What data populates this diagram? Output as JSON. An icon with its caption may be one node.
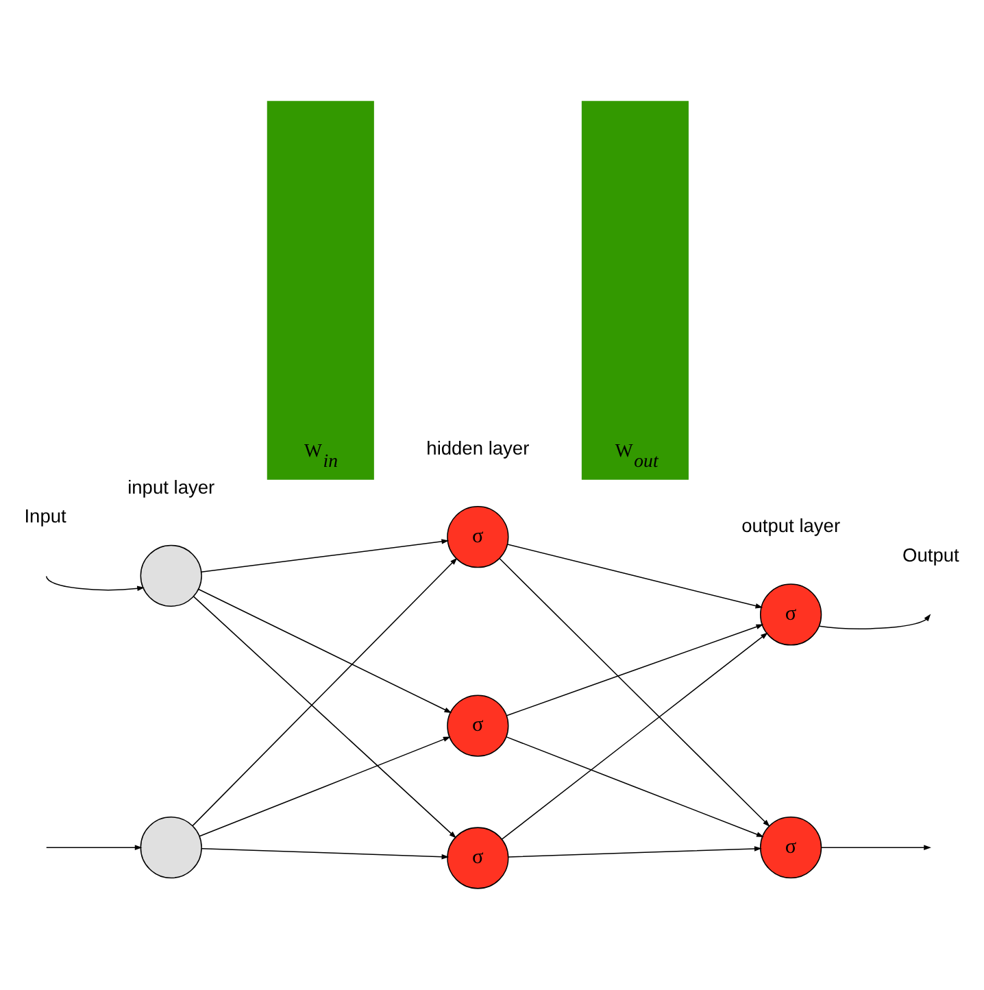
{
  "diagram": {
    "nodes": [
      {
        "text": [],
        "shape": "circle"
      },
      {
        "text": [],
        "shape": "circle"
      },
      {
        "text": [
          "W$_{in}$"
        ]
      },
      {
        "text": [
          "σ"
        ]
      },
      {
        "text": [
          "σ"
        ]
      },
      {
        "text": [
          "σ"
        ]
      },
      {
        "text": [
          "W$_{out}$"
        ]
      },
      {
        "text": [
          "σ"
        ]
      },
      {
        "text": [
          "σ"
        ]
      }
    ],
    "edges": [
      {
        "from": null,
        "to": 0,
        "arrow": "to"
      },
      {
        "from": null,
        "to": 1,
        "arrow": "to"
      },
      {
        "from": 0,
        "to": 3,
        "arrow": "to"
      },
      {
        "from": 0,
        "to": 4,
        "arrow": "to"
      },
      {
        "from": 0,
        "to": 5,
        "arrow": "to"
      },
      {
        "from": 1,
        "to": 3,
        "arrow": "to"
      },
      {
        "from": 1,
        "to": 4,
        "arrow": "to"
      },
      {
        "from": 1,
        "to": 5,
        "arrow": "to"
      },
      {
        "from": 3,
        "to": 7,
        "arrow": "to"
      },
      {
        "from": 3,
        "to": 8,
        "arrow": "to"
      },
      {
        "from": 4,
        "to": 7,
        "arrow": "to"
      },
      {
        "from": 4,
        "to": 8,
        "arrow": "to"
      },
      {
        "from": 5,
        "to": 7,
        "arrow": "to"
      },
      {
        "from": 5,
        "to": 8,
        "arrow": "to"
      },
      {
        "from": 7,
        "to": null,
        "arrow": "to"
      },
      {
        "from": 8,
        "to": null,
        "arrow": "to"
      }
    ],
    "labels": [
      "Input",
      "input layer",
      "hidden layer",
      "output layer",
      "Output"
    ]
  }
}
